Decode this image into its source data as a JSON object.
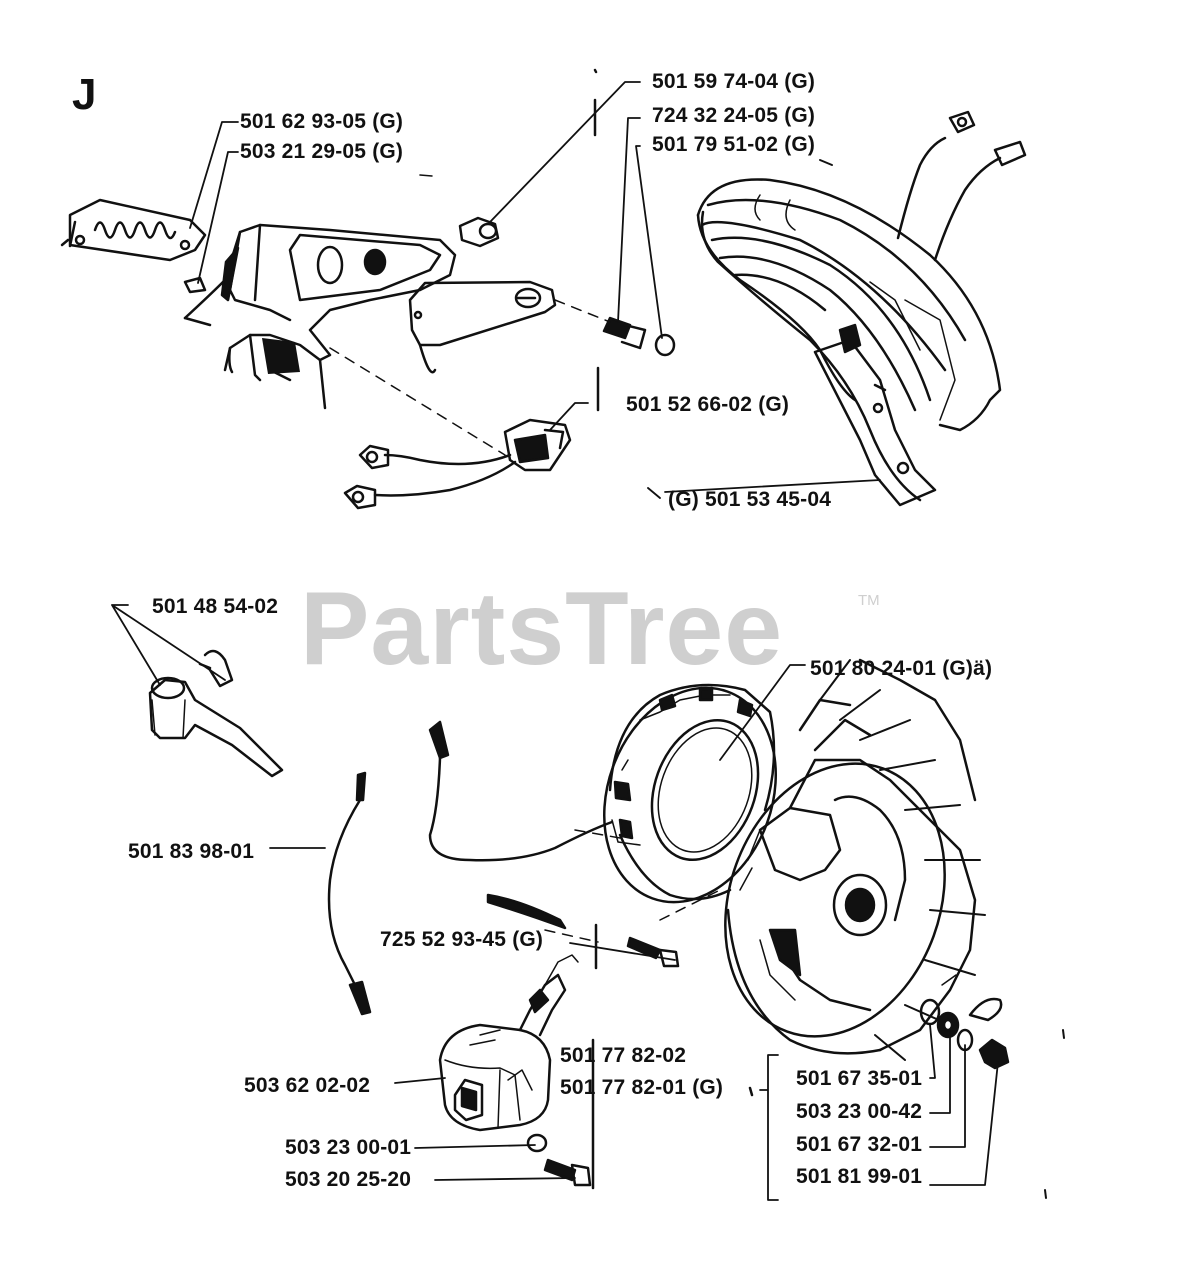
{
  "section_letter": "J",
  "watermark": {
    "text": "PartsTree",
    "trademark": "TM"
  },
  "labels": {
    "p1": "501 59 74-04 (G)",
    "p2": "724 32 24-05 (G)",
    "p3": "501 79 51-02 (G)",
    "p4": "501 62 93-05 (G)",
    "p5": "503 21 29-05 (G)",
    "p6": "501 52 66-02 (G)",
    "p7": "(G) 501 53 45-04",
    "p8": "501 48 54-02",
    "p9": "501 80 24-01 (G)ä)",
    "p10": "501 83 98-01",
    "p11": "725 52 93-45 (G)",
    "p12": "501 77 82-02",
    "p13": "501 77 82-01 (G)",
    "p14": "503 62 02-02",
    "p15": "503 23 00-01",
    "p16": "503 20 25-20",
    "p17": "501 67 35-01",
    "p18": "503 23 00-42",
    "p19": "501 67 32-01",
    "p20": "501 81 99-01"
  }
}
